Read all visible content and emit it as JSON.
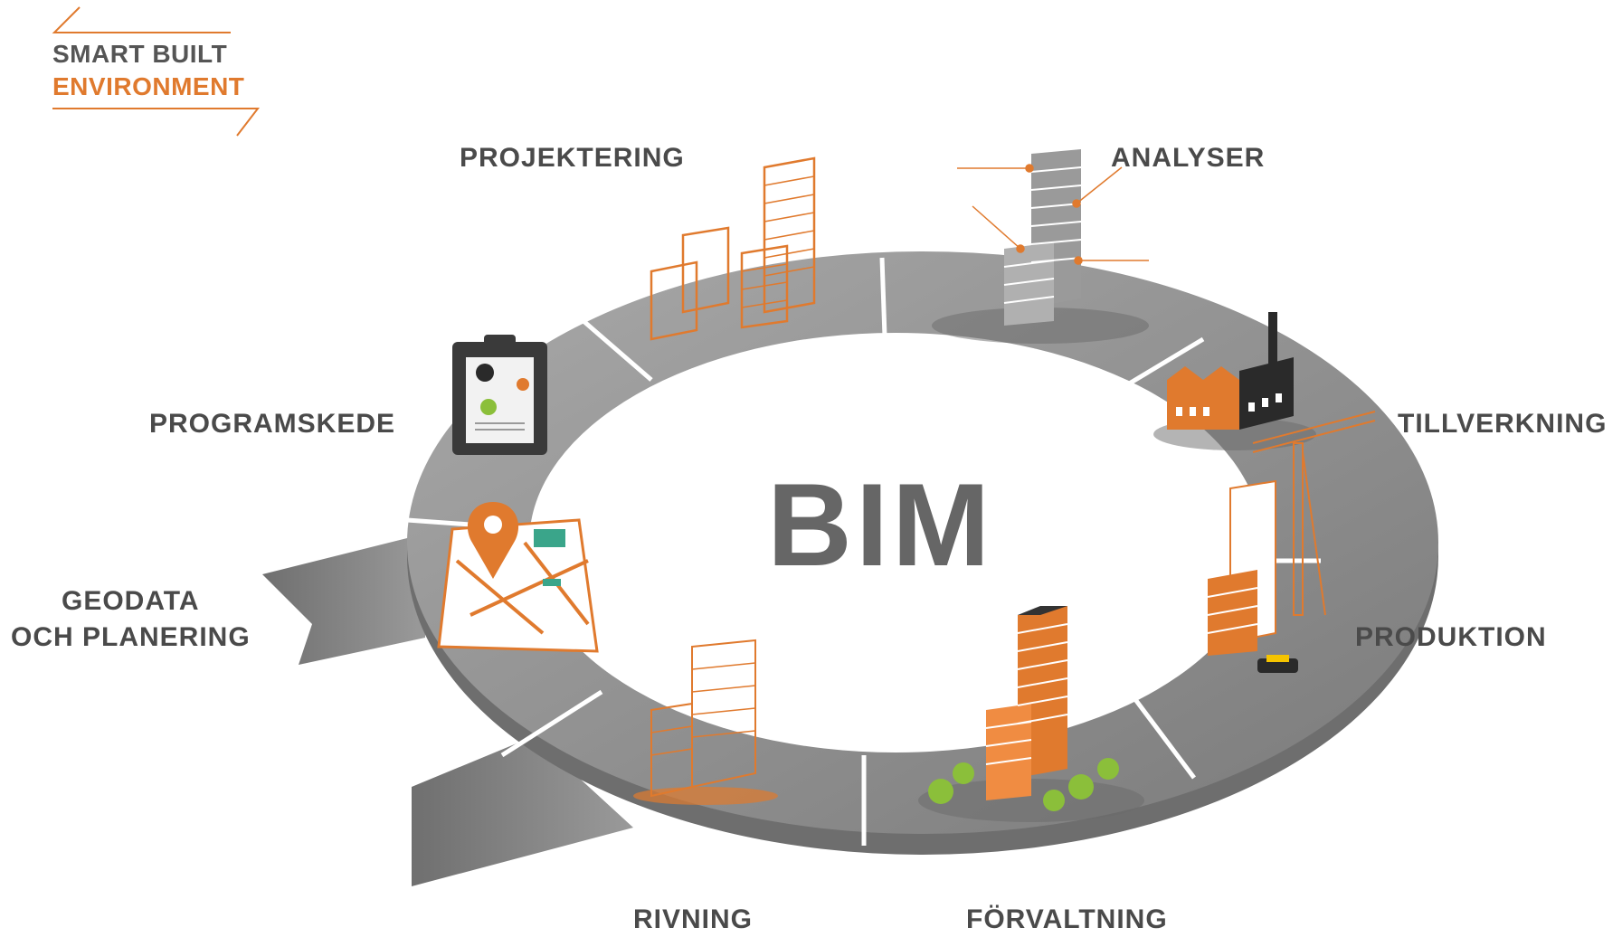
{
  "logo": {
    "line1": "SMART BUILT",
    "line2": "ENVIRONMENT"
  },
  "center": {
    "title": "BIM"
  },
  "phases": {
    "projektering": "PROJEKTERING",
    "analyser": "ANALYSER",
    "tillverkning": "TILLVERKNING",
    "produktion": "PRODUKTION",
    "forvaltning": "FÖRVALTNING",
    "rivning": "RIVNING",
    "geodata_line1": "GEODATA",
    "geodata_line2": "OCH PLANERING",
    "programskede": "PROGRAMSKEDE"
  },
  "colors": {
    "accent": "#e07a2e",
    "ring": "#8c8c8c",
    "ring_light": "#b5b5b5",
    "text": "#4a4a4a"
  }
}
